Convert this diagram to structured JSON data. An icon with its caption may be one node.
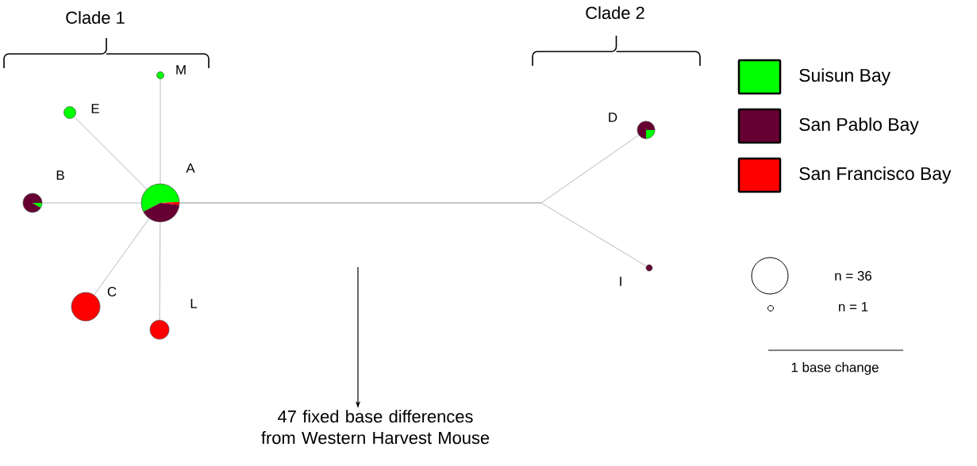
{
  "diagram": {
    "nodes": [
      {
        "text": [],
        "shape": "circle",
        "beside": [
          "M"
        ]
      },
      {
        "text": [],
        "shape": "circle",
        "beside": [
          "E"
        ]
      },
      {
        "text": [],
        "shape": "circle",
        "beside": [
          "D"
        ]
      },
      {
        "text": [],
        "shape": "circle",
        "beside": [
          "B"
        ]
      },
      {
        "text": [],
        "shape": "circle",
        "beside": [
          "A"
        ]
      },
      {
        "text": [],
        "shape": "circle",
        "beside": [
          "I"
        ]
      },
      {
        "text": [],
        "shape": "circle",
        "beside": [
          "C"
        ]
      },
      {
        "text": [],
        "shape": "circle",
        "beside": [
          "L"
        ]
      },
      {
        "text": [
          "47 fixed base differences from Western Harvest Mouse"
        ]
      }
    ],
    "edges": [
      {
        "from": 4,
        "to": 0,
        "arrow": "none"
      },
      {
        "from": 4,
        "to": 1,
        "arrow": "none"
      },
      {
        "from": 4,
        "to": 3,
        "arrow": "none"
      },
      {
        "from": 4,
        "to": 6,
        "arrow": "none"
      },
      {
        "from": 4,
        "to": 7,
        "arrow": "none"
      },
      {
        "from": 4,
        "to": 2,
        "arrow": "none"
      },
      {
        "from": 4,
        "to": 5,
        "arrow": "none"
      },
      {
        "from": null,
        "to": 8,
        "arrow": "to",
        "color": "#000000"
      }
    ],
    "labels": [
      "Clade 1",
      "Clade 2",
      "n = 36",
      "n = 1",
      "1 base change"
    ],
    "legend": [
      {
        "text": "Suisun Bay",
        "color": "#00ff00"
      },
      {
        "text": "San Pablo Bay",
        "color": "#660033"
      },
      {
        "text": "San Francisco Bay",
        "color": "#ff0000"
      }
    ]
  }
}
